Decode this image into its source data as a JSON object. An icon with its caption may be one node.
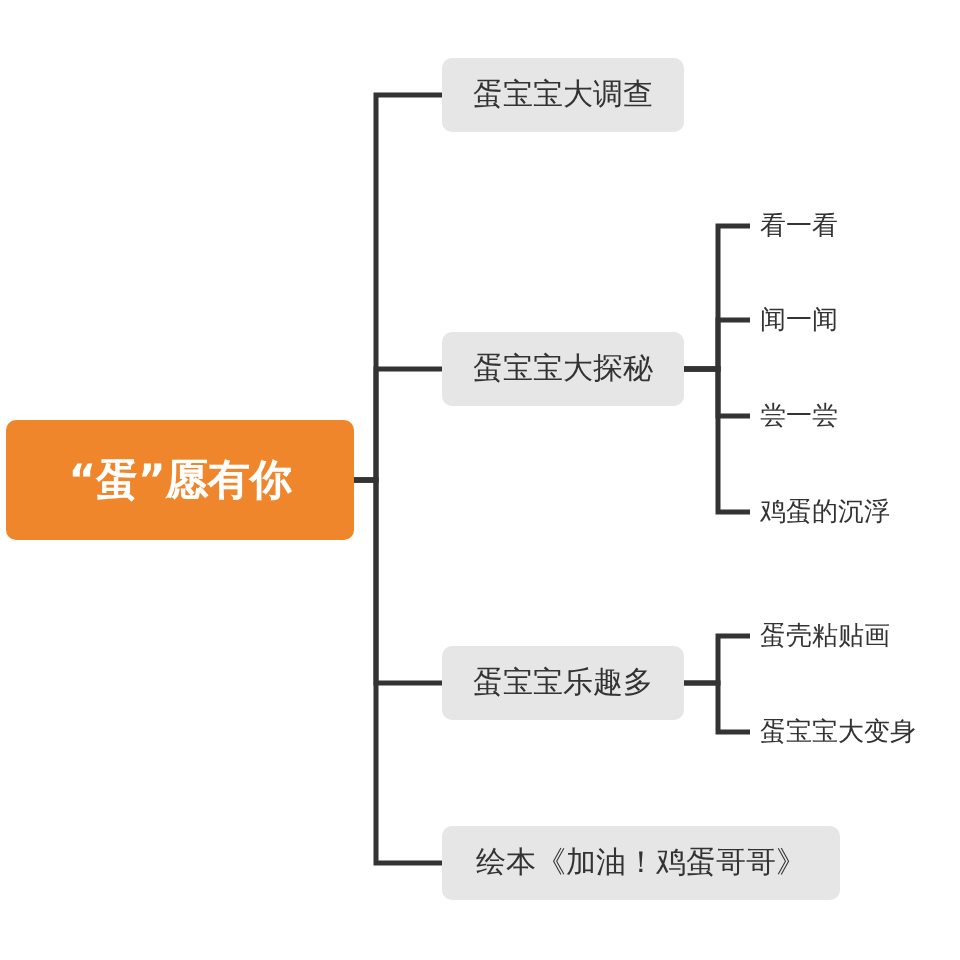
{
  "diagram": {
    "nodes": [
      {
        "text": [
          "“蛋”愿有你"
        ]
      },
      {
        "text": [
          "蛋宝宝大调查"
        ]
      },
      {
        "text": [
          "蛋宝宝大探秘"
        ]
      },
      {
        "text": [
          "看一看"
        ]
      },
      {
        "text": [
          "闻一闻"
        ]
      },
      {
        "text": [
          "尝一尝"
        ]
      },
      {
        "text": [
          "鸡蛋的沉浮"
        ]
      },
      {
        "text": [
          "蛋宝宝乐趣多"
        ]
      },
      {
        "text": [
          "蛋壳粘贴画"
        ]
      },
      {
        "text": [
          "蛋宝宝大变身"
        ]
      },
      {
        "text": [
          "绘本《加油！鸡蛋哥哥》"
        ]
      }
    ],
    "edges": [
      {
        "from": 0,
        "to": 1,
        "arrow": "none"
      },
      {
        "from": 0,
        "to": 2,
        "arrow": "none"
      },
      {
        "from": 0,
        "to": 7,
        "arrow": "none"
      },
      {
        "from": 0,
        "to": 10,
        "arrow": "none"
      },
      {
        "from": 2,
        "to": 3,
        "arrow": "none"
      },
      {
        "from": 2,
        "to": 4,
        "arrow": "none"
      },
      {
        "from": 2,
        "to": 5,
        "arrow": "none"
      },
      {
        "from": 2,
        "to": 6,
        "arrow": "none"
      },
      {
        "from": 7,
        "to": 8,
        "arrow": "none"
      },
      {
        "from": 7,
        "to": 9,
        "arrow": "none"
      }
    ]
  }
}
